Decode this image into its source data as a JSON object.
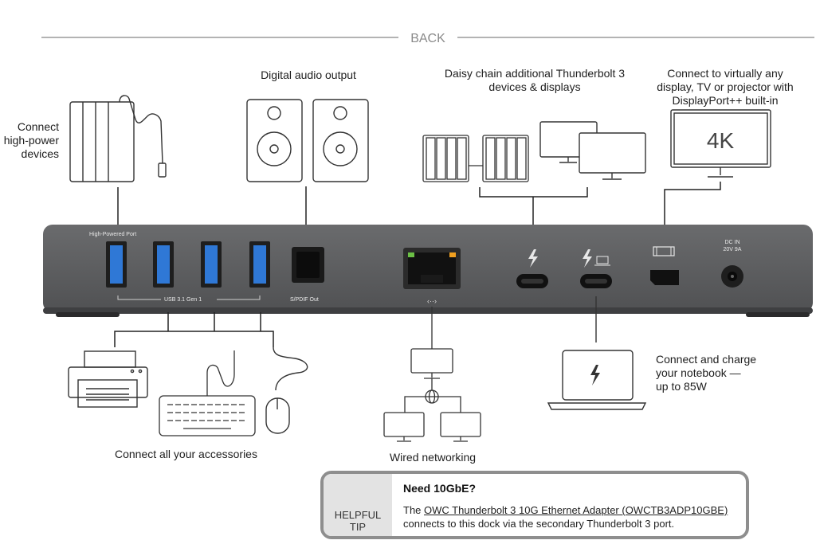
{
  "section_title": "BACK",
  "labels": {
    "high_power": "Connect\nhigh-power\ndevices",
    "audio": "Digital audio output",
    "daisy": "Daisy chain additional Thunderbolt 3\ndevices & displays",
    "display": "Connect to virtually any\ndisplay, TV or projector with\nDisplayPort++ built-in",
    "accessories": "Connect all your accessories",
    "networking": "Wired networking",
    "notebook": "Connect and charge\nyour notebook —\nup to 85W"
  },
  "dock": {
    "high_powered_port": "High-Powered Port",
    "usb": "USB 3.1 Gen 1",
    "spdif": "S/PDIF Out",
    "dcin": "DC IN\n20V 9A"
  },
  "monitor_text": "4K",
  "tip": {
    "badge": "HELPFUL\nTIP",
    "title": "Need 10GbE?",
    "body_prefix": "The ",
    "link": "OWC Thunderbolt 3 10G Ethernet Adapter (OWCTB3ADP10GBE)",
    "body_suffix": " connects to this dock via the secondary Thunderbolt 3 port."
  },
  "colors": {
    "dock_body": "#5d5e60",
    "usb_blue": "#2f78d6",
    "bulb_yellow": "#f5c61c",
    "line": "#222222"
  }
}
